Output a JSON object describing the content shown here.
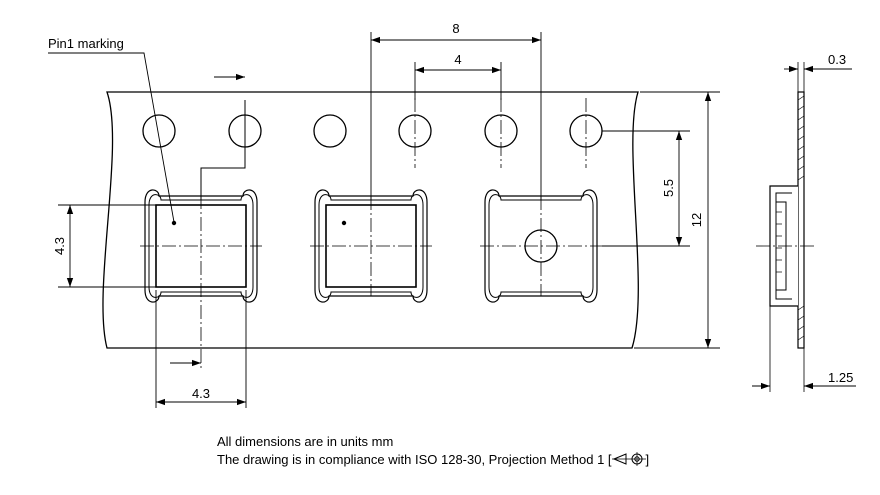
{
  "drawing": {
    "pin1_label": "Pin1 marking",
    "dimensions": {
      "pitch_8": "8",
      "hole_pitch_4": "4",
      "offset_5_5": "5.5",
      "tape_width_12": "12",
      "pocket_height_4_3": "4.3",
      "pocket_width_4_3": "4.3",
      "thickness_0_3": "0.3",
      "pocket_depth_1_25": "1.25"
    }
  },
  "notes": {
    "units": "All dimensions are in units mm",
    "compliance": "The drawing is in compliance with ISO 128-30, Projection Method 1 [",
    "compliance_end": "]"
  }
}
